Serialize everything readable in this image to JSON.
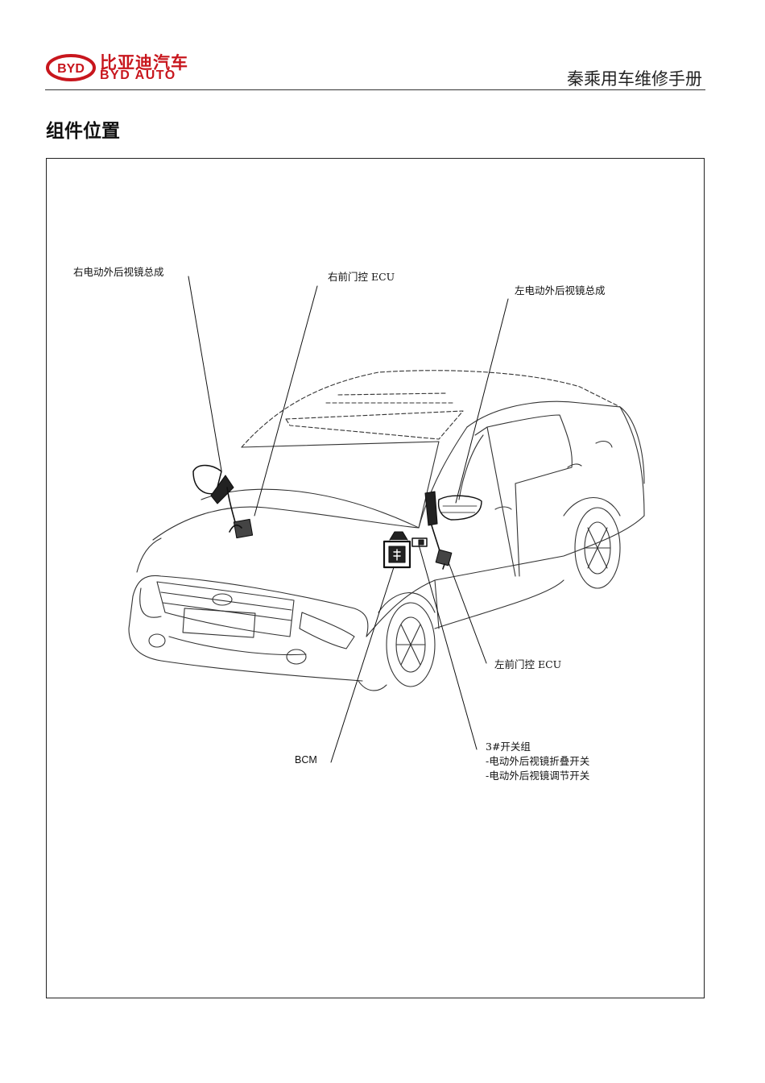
{
  "header": {
    "logo_mark": "BYD",
    "logo_cn": "比亚迪汽车",
    "logo_en": "BYD AUTO",
    "manual_title": "秦乘用车维修手册"
  },
  "section": {
    "title": "组件位置"
  },
  "callouts": {
    "right_mirror": "右电动外后视镜总成",
    "right_door_ecu": "右前门控 ECU",
    "left_mirror": "左电动外后视镜总成",
    "left_door_ecu": "左前门控 ECU",
    "bcm": "BCM",
    "switch_group": {
      "title": "3#开关组",
      "items": [
        "-电动外后视镜折叠开关",
        "-电动外后视镜调节开关"
      ]
    }
  },
  "colors": {
    "brand_red": "#c8161d"
  }
}
